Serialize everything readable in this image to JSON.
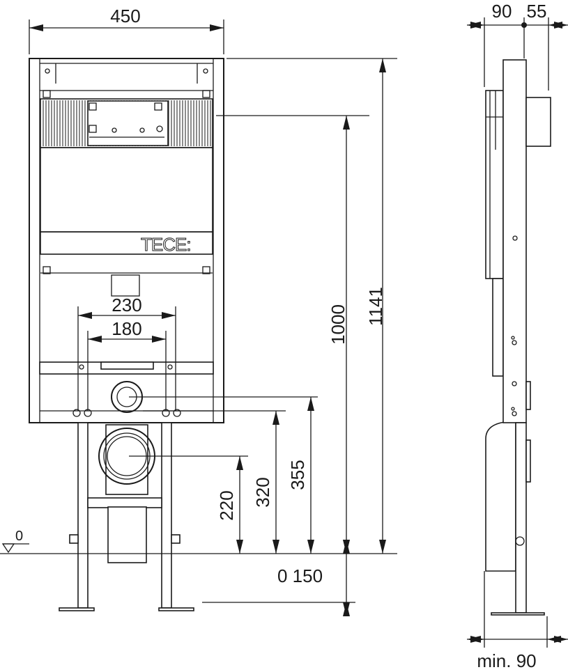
{
  "drawing": {
    "brand_logo": "TECE",
    "front_view": {
      "width_label": "450",
      "height_total_label": "1141",
      "height_actuation_label": "1000",
      "pipe_spacing_outer_label": "230",
      "pipe_spacing_inner_label": "180",
      "supply_height_label": "355",
      "anchor_height_label": "320",
      "drain_height_label": "220",
      "floor_level_label": "0",
      "leg_adjust_label": "0 150"
    },
    "side_view": {
      "frame_depth_label": "90",
      "tank_offset_label": "55",
      "min_depth_label": "min. 90"
    }
  }
}
